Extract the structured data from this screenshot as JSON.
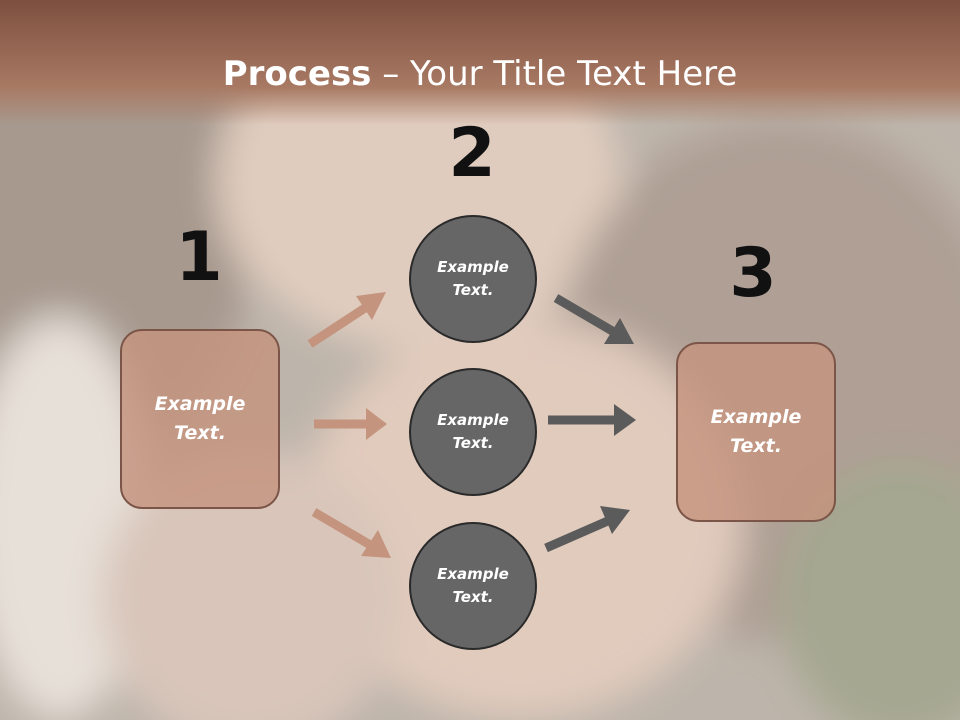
{
  "slide": {
    "title_bold": "Process",
    "title_rest": " – Your Title Text Here"
  },
  "steps": {
    "one": {
      "number": "1"
    },
    "two": {
      "number": "2"
    },
    "three": {
      "number": "3"
    }
  },
  "left_box": {
    "label": "Example\nText."
  },
  "right_box": {
    "label": "Example\nText."
  },
  "circles": [
    {
      "label": "Example\nText."
    },
    {
      "label": "Example\nText."
    },
    {
      "label": "Example\nText."
    }
  ],
  "colors": {
    "title_bar": "#7d4f3e",
    "box_fill": "#c4947e",
    "circle_fill": "#666666",
    "arrow_tan": "#c4947e",
    "arrow_gray": "#5b5b5b"
  }
}
